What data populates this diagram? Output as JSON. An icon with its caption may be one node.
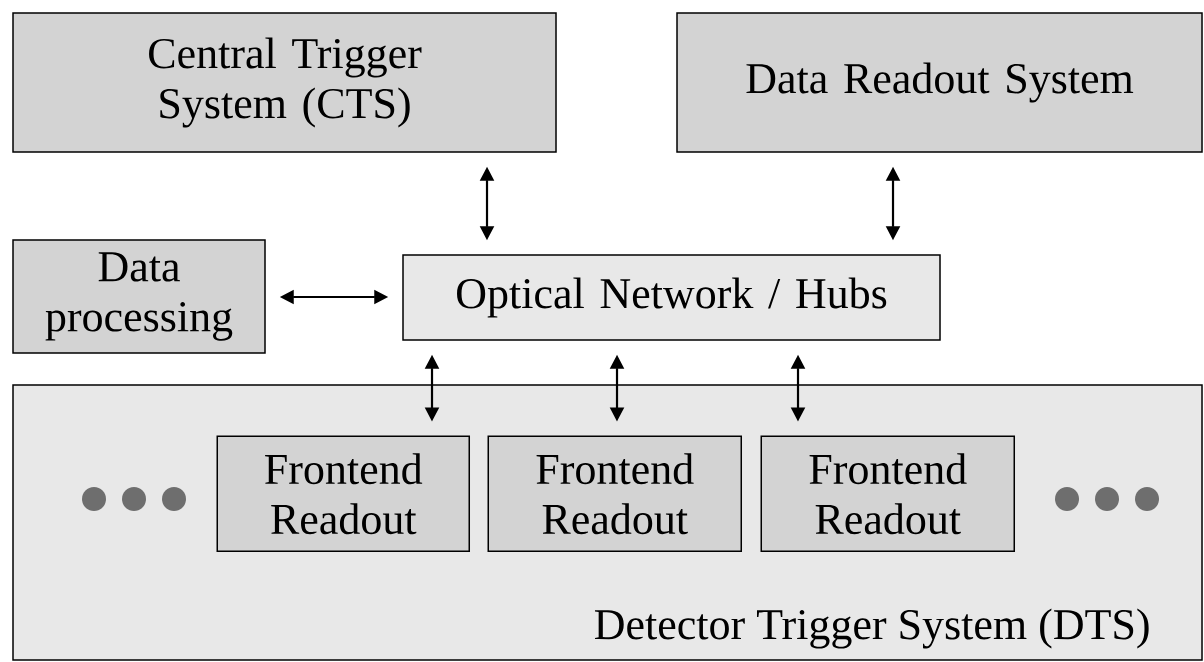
{
  "diagram": {
    "nodes": [
      {
        "text": [
          "Central Trigger System (CTS)"
        ]
      },
      {
        "text": [
          "Data Readout System"
        ]
      },
      {
        "text": [
          "Data processing"
        ]
      },
      {
        "text": [
          "Optical Network / Hubs"
        ]
      },
      {
        "text": [
          "Detector Trigger System (DTS)"
        ]
      },
      {
        "text": [
          "Frontend Readout"
        ],
        "in": 4
      },
      {
        "text": [
          "Frontend Readout"
        ],
        "in": 4
      },
      {
        "text": [
          "Frontend Readout"
        ],
        "in": 4
      }
    ],
    "edges": [
      {
        "from": 0,
        "to": 3,
        "arrow": "both"
      },
      {
        "from": 1,
        "to": 3,
        "arrow": "both"
      },
      {
        "from": 2,
        "to": 3,
        "arrow": "both"
      },
      {
        "from": 3,
        "to": 5,
        "arrow": "both"
      },
      {
        "from": 3,
        "to": 6,
        "arrow": "both"
      },
      {
        "from": 3,
        "to": 7,
        "arrow": "both"
      }
    ]
  }
}
